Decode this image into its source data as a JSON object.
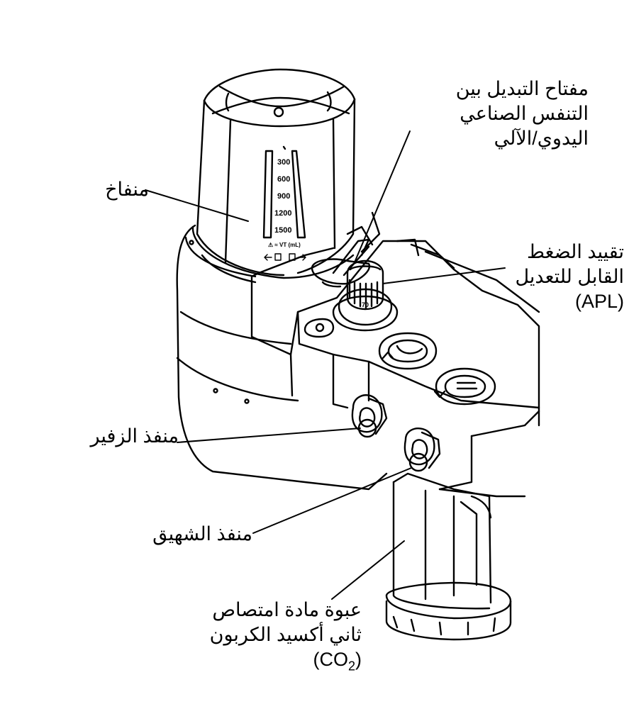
{
  "labels": {
    "switch": {
      "lines": [
        "مفتاح التبديل بين",
        "التنفس الصناعي",
        "اليدوي/الآلي"
      ]
    },
    "bellows": {
      "lines": [
        "منفاخ"
      ]
    },
    "apl": {
      "lines": [
        "تقييد الضغط",
        "القابل للتعديل"
      ],
      "abbr": "(APL)"
    },
    "exhale_port": {
      "lines": [
        "منفذ الزفير"
      ]
    },
    "inhale_port": {
      "lines": [
        "منفذ الشهيق"
      ]
    },
    "canister": {
      "lines": [
        "عبوة مادة امتصاص",
        "ثاني أكسيد الكربون"
      ],
      "formula_prefix": "(CO",
      "formula_sub": "2",
      "formula_suffix": ")"
    }
  },
  "bellows_scale": [
    "300",
    "600",
    "900",
    "1200",
    "1500"
  ],
  "bellows_footer": "⚠ ≈ VT (mL)",
  "apl_dial_value": "70",
  "colors": {
    "ink": "#000000",
    "background": "#ffffff"
  }
}
